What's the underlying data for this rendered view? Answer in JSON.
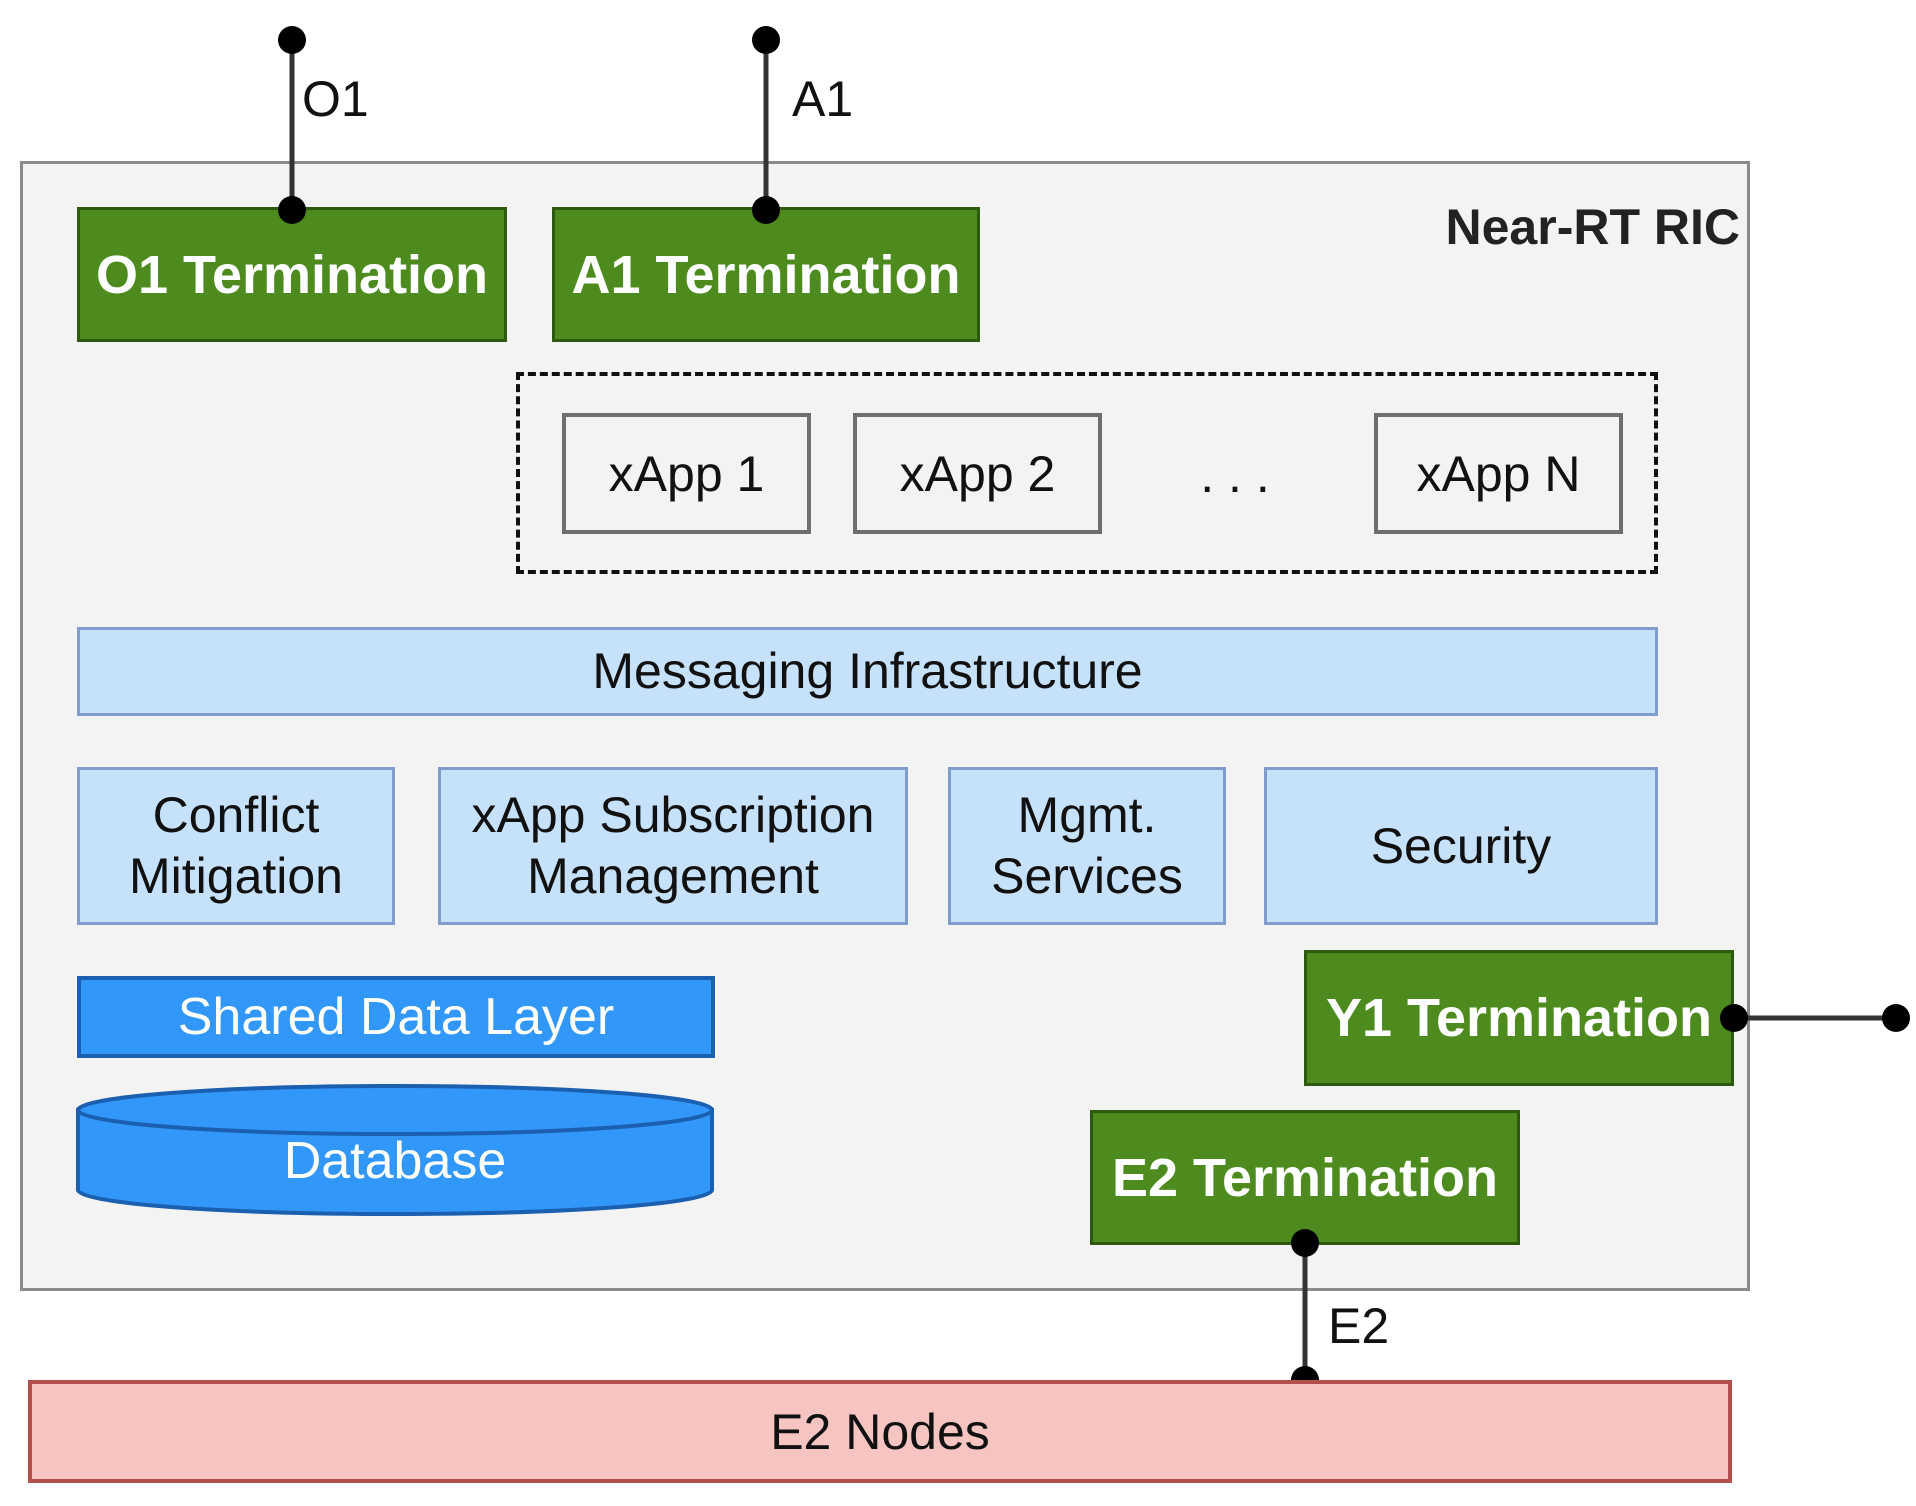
{
  "container": {
    "title": "Near-RT RIC"
  },
  "interfaces": {
    "o1": "O1",
    "a1": "A1",
    "e2": "E2"
  },
  "terminations": {
    "o1": "O1 Termination",
    "a1": "A1 Termination",
    "y1": "Y1 Termination",
    "e2": "E2 Termination"
  },
  "xapps": {
    "first": "xApp 1",
    "second": "xApp 2",
    "ellipsis": ". . .",
    "last": "xApp N"
  },
  "messaging": "Messaging Infrastructure",
  "services": {
    "conflict_line1": "Conflict",
    "conflict_line2": "Mitigation",
    "subscription_line1": "xApp Subscription",
    "subscription_line2": "Management",
    "mgmt_line1": "Mgmt.",
    "mgmt_line2": "Services",
    "security": "Security"
  },
  "data": {
    "shared_layer": "Shared Data Layer",
    "database": "Database"
  },
  "e2_nodes": "E2 Nodes",
  "colors": {
    "termination": "#4d8b1f",
    "light_blue": "#c6e2fb",
    "shared_layer": "#3197f8",
    "e2_nodes": "#f6c5c2",
    "container": "#f3f3f3"
  }
}
